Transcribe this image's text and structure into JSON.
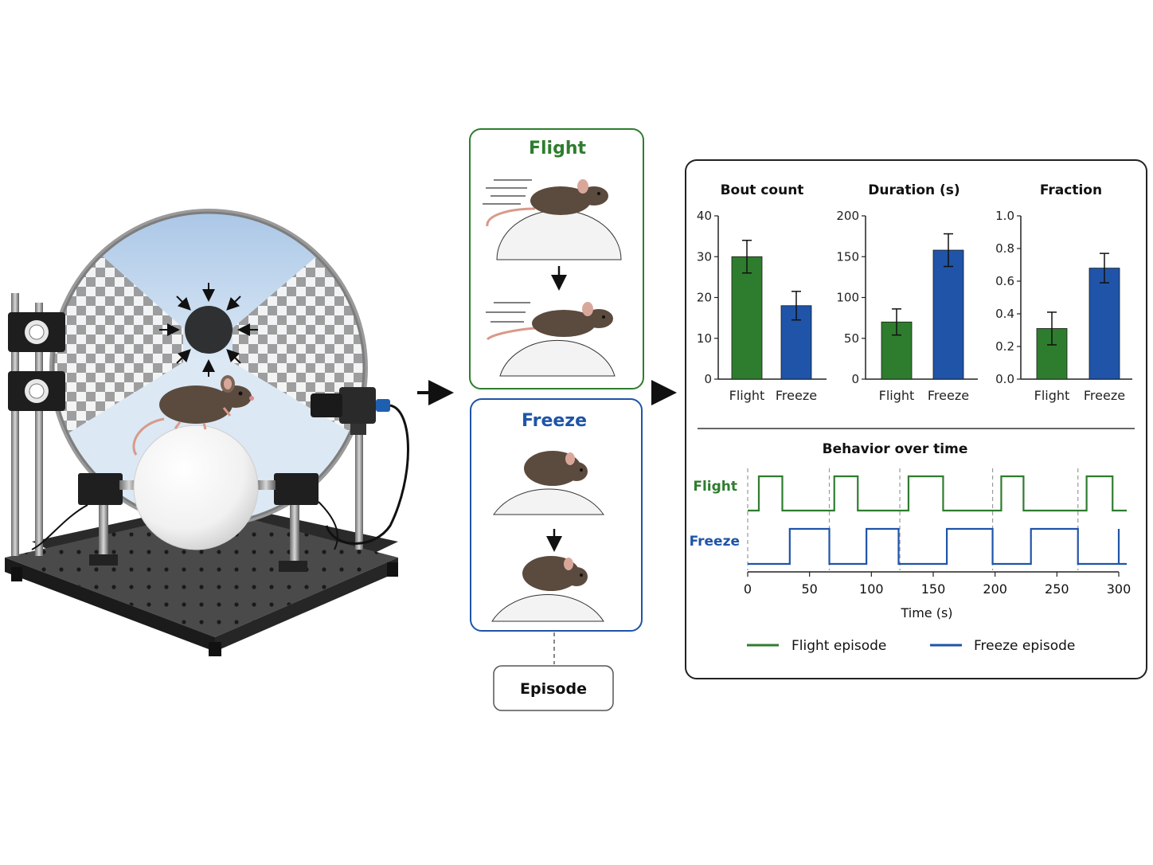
{
  "behaviors": {
    "flight": {
      "label": "Flight",
      "color": "#2e7d2e"
    },
    "freeze": {
      "label": "Freeze",
      "color": "#1f54a8"
    }
  },
  "episode_label": "Episode",
  "bar_charts": [
    {
      "title": "Bout count",
      "ticks": [
        "0",
        "10",
        "20",
        "30",
        "40"
      ],
      "ylim": [
        0,
        40
      ],
      "categories": [
        "Flight",
        "Freeze"
      ],
      "values": [
        30,
        18
      ],
      "errors": [
        4,
        3.5
      ]
    },
    {
      "title": "Duration (s)",
      "ticks": [
        "0",
        "50",
        "100",
        "150",
        "200"
      ],
      "ylim": [
        0,
        200
      ],
      "categories": [
        "Flight",
        "Freeze"
      ],
      "values": [
        70,
        158
      ],
      "errors": [
        16,
        20
      ]
    },
    {
      "title": "Fraction",
      "ticks": [
        "0.0",
        "0.2",
        "0.4",
        "0.6",
        "0.8",
        "1.0"
      ],
      "ylim": [
        0,
        1.0
      ],
      "categories": [
        "Flight",
        "Freeze"
      ],
      "values": [
        0.31,
        0.68
      ],
      "errors": [
        0.1,
        0.09
      ]
    }
  ],
  "timeline": {
    "title": "Behavior over time",
    "xlabel": "Time (s)",
    "xticks": [
      "0",
      "50",
      "100",
      "150",
      "200",
      "250",
      "300"
    ],
    "xlim": [
      0,
      300
    ],
    "stimulus_times": [
      0,
      66,
      123,
      198,
      267
    ],
    "flight_episodes": [
      [
        9,
        28
      ],
      [
        70,
        89
      ],
      [
        130,
        158
      ],
      [
        205,
        223
      ],
      [
        274,
        295
      ]
    ],
    "freeze_episodes": [
      [
        34,
        66
      ],
      [
        96,
        122
      ],
      [
        161,
        198
      ],
      [
        229,
        267
      ],
      [
        300,
        300
      ]
    ],
    "legend": [
      "Flight episode",
      "Freeze episode"
    ]
  }
}
